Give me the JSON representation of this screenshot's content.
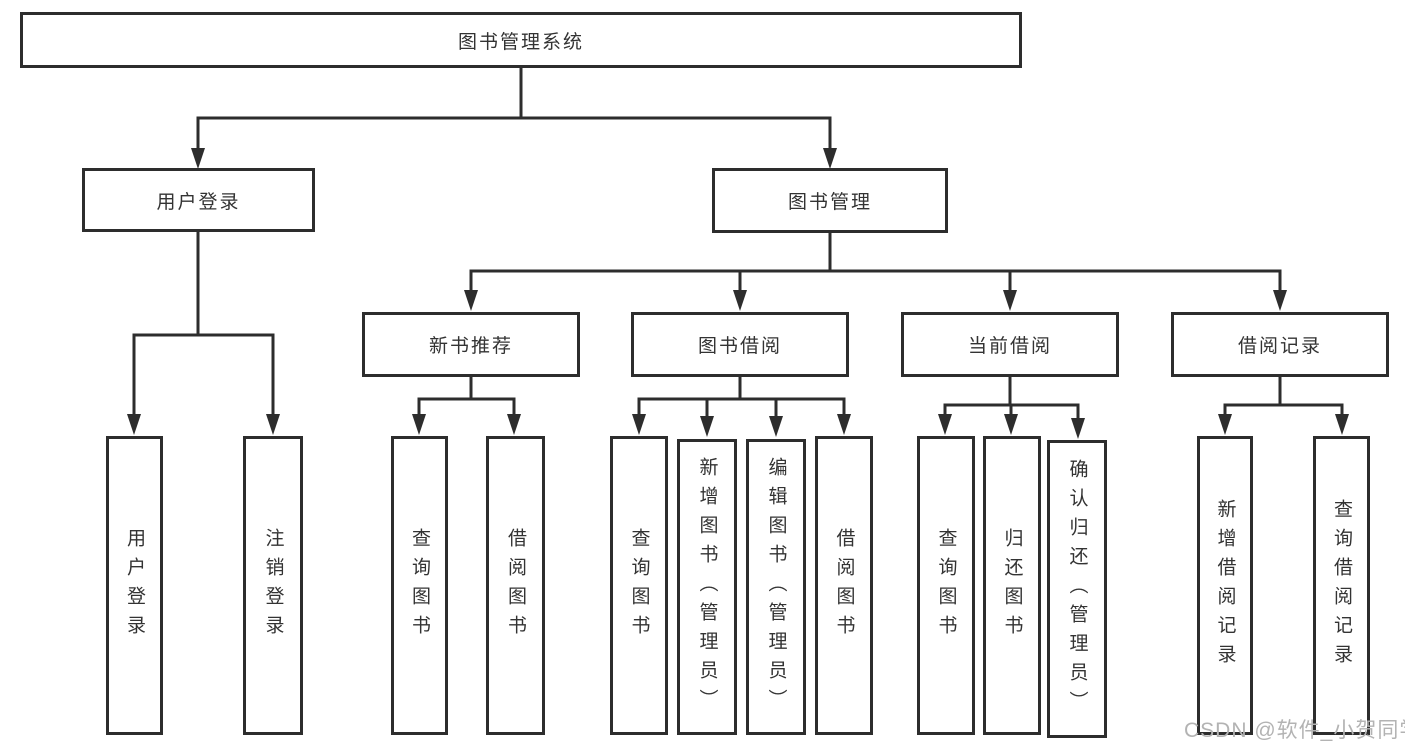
{
  "colors": {
    "line": "#2d2d2d",
    "text": "#333333",
    "watermark": "#b3b3b3",
    "background": "#ffffff"
  },
  "watermark": "CSDN @软件_小贺同学",
  "tree": {
    "root": {
      "label": "图书管理系统"
    },
    "branches": [
      {
        "label": "用户登录",
        "children": [
          {
            "label": "用户登录"
          },
          {
            "label": "注销登录"
          }
        ]
      },
      {
        "label": "图书管理",
        "children": [
          {
            "label": "新书推荐",
            "children": [
              {
                "label": "查询图书"
              },
              {
                "label": "借阅图书"
              }
            ]
          },
          {
            "label": "图书借阅",
            "children": [
              {
                "label": "查询图书"
              },
              {
                "label": "新增图书（管理员）"
              },
              {
                "label": "编辑图书（管理员）"
              },
              {
                "label": "借阅图书"
              }
            ]
          },
          {
            "label": "当前借阅",
            "children": [
              {
                "label": "查询图书"
              },
              {
                "label": "归还图书"
              },
              {
                "label": "确认归还（管理员）"
              }
            ]
          },
          {
            "label": "借阅记录",
            "children": [
              {
                "label": "新增借阅记录"
              },
              {
                "label": "查询借阅记录"
              }
            ]
          }
        ]
      }
    ]
  }
}
